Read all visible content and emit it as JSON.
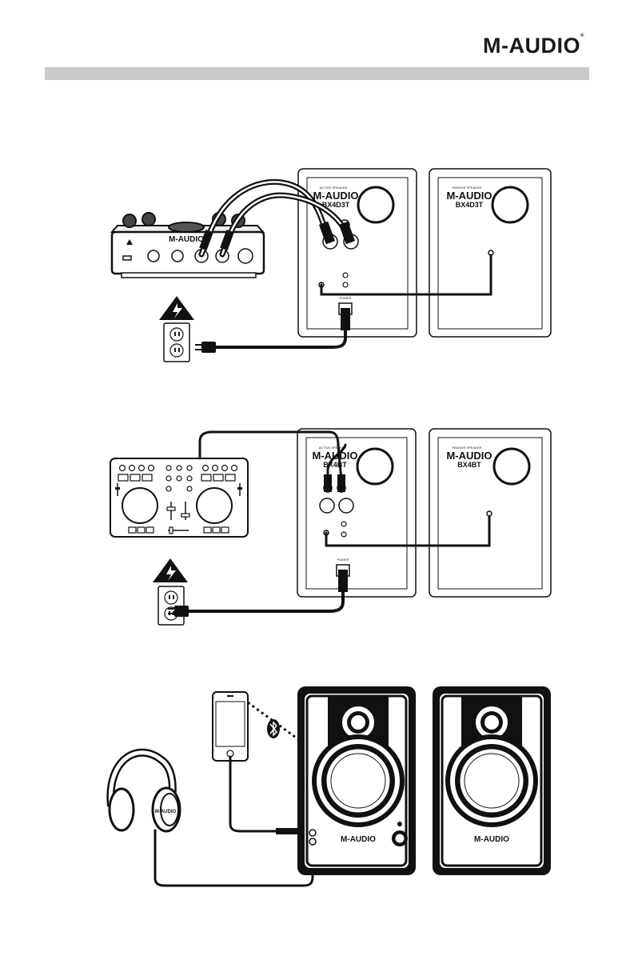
{
  "header": {
    "brand": "M-AUDIO",
    "trademark": "®"
  },
  "diagram1": {
    "interface_brand": "M-AUDIO",
    "active_speaker": {
      "heading": "ACTIVE SPEAKER",
      "brand": "M-AUDIO",
      "model": "BX4D3T",
      "power_label": "POWER"
    },
    "passive_speaker": {
      "heading": "PASSIVE SPEAKER",
      "brand": "M-AUDIO",
      "model": "BX4D3T"
    }
  },
  "diagram2": {
    "active_speaker": {
      "heading": "ACTIVE SPEAKER",
      "brand": "M-AUDIO",
      "model": "BX4BT",
      "power_label": "POWER"
    },
    "passive_speaker": {
      "heading": "PASSIVE SPEAKER",
      "brand": "M-AUDIO",
      "model": "BX4BT"
    }
  },
  "diagram3": {
    "headphones_brand": "M-AUDIO",
    "active_front_brand": "M-AUDIO",
    "passive_front_brand": "M-AUDIO"
  },
  "colors": {
    "title_bar": "#c9c9c9",
    "ink": "#111111"
  }
}
